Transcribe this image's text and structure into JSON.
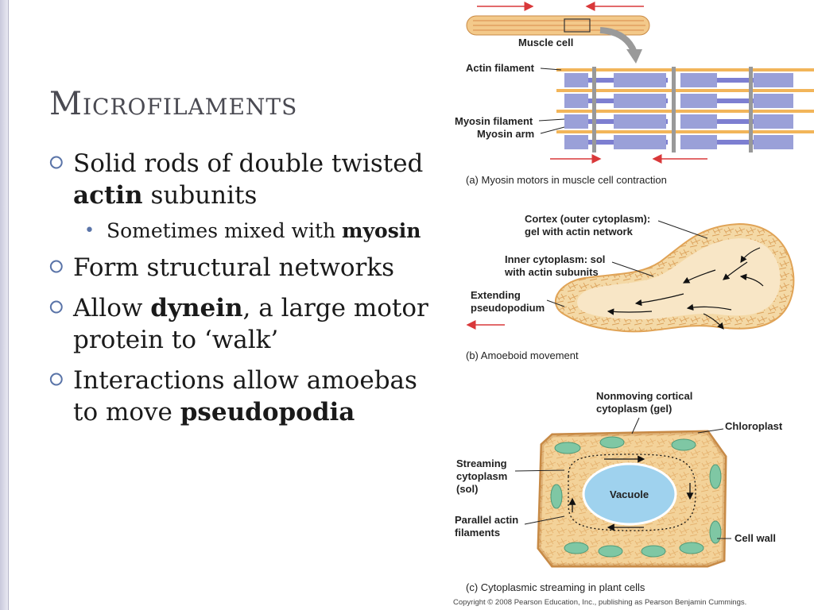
{
  "slide": {
    "title": "Microfilaments",
    "bullets": [
      {
        "pre": "Solid rods of double twisted ",
        "bold": "actin",
        "post": " subunits"
      },
      {
        "sub": {
          "pre": "Sometimes mixed with ",
          "bold": "myosin",
          "post": ""
        }
      },
      {
        "pre": "Form structural networks",
        "bold": "",
        "post": ""
      },
      {
        "pre": "Allow ",
        "bold": "dynein",
        "post": ", a large motor protein to ‘walk’"
      },
      {
        "pre": "Interactions allow amoebas to move ",
        "bold": "pseudopodia",
        "post": ""
      }
    ]
  },
  "figure": {
    "a": {
      "muscle_cell": "Muscle cell",
      "actin_filament": "Actin filament",
      "myosin_filament": "Myosin filament",
      "myosin_arm": "Myosin arm",
      "caption": "(a) Myosin motors in muscle cell contraction"
    },
    "b": {
      "cortex_1": "Cortex (outer cytoplasm):",
      "cortex_2": "gel with actin network",
      "inner_1": "Inner cytoplasm: sol",
      "inner_2": "with actin subunits",
      "extending_1": "Extending",
      "extending_2": "pseudopodium",
      "caption": "(b) Amoeboid movement"
    },
    "c": {
      "nonmoving_1": "Nonmoving cortical",
      "nonmoving_2": "cytoplasm (gel)",
      "chloroplast": "Chloroplast",
      "streaming_1": "Streaming",
      "streaming_2": "cytoplasm",
      "streaming_3": "(sol)",
      "vacuole": "Vacuole",
      "parallel_1": "Parallel actin",
      "parallel_2": "filaments",
      "cell_wall": "Cell wall",
      "caption": "(c) Cytoplasmic streaming in plant cells"
    },
    "copyright": "Copyright © 2008 Pearson Education, Inc., publishing as Pearson Benjamin Cummings."
  },
  "colors": {
    "accent": "#5a74a8",
    "title": "#4a4a52",
    "cell_fill": "#f4cf8e",
    "cell_edge": "#d9a05a",
    "myosin": "#7d7fd1",
    "arrow_red": "#d9383a",
    "chloroplast": "#7fc7a4",
    "vacuole": "#9fd2ee"
  },
  "icons": {
    "bullet_level1": "hollow-circle-bullet",
    "bullet_level2": "small-dot-bullet"
  }
}
